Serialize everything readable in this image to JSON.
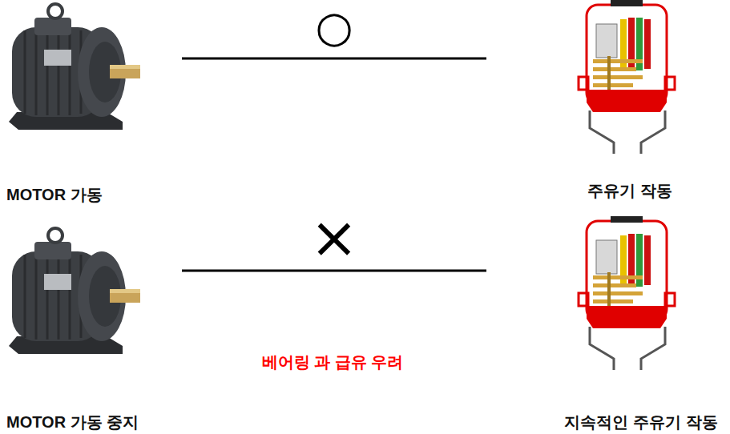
{
  "diagram": {
    "nodes": [
      {
        "text": [
          "MOTOR 가동"
        ]
      },
      {
        "text": [
          "주유기 작동"
        ]
      },
      {
        "text": [
          "MOTOR 가동 중지"
        ]
      },
      {
        "text": [
          "지속적인 주유기 작동"
        ]
      }
    ],
    "edges": [
      {
        "from": 0,
        "to": 1,
        "arrow": "none",
        "label": "○"
      },
      {
        "from": 2,
        "to": 3,
        "arrow": "none",
        "label": "×"
      }
    ],
    "labels": [
      "베어링 과 급유 우려"
    ]
  }
}
